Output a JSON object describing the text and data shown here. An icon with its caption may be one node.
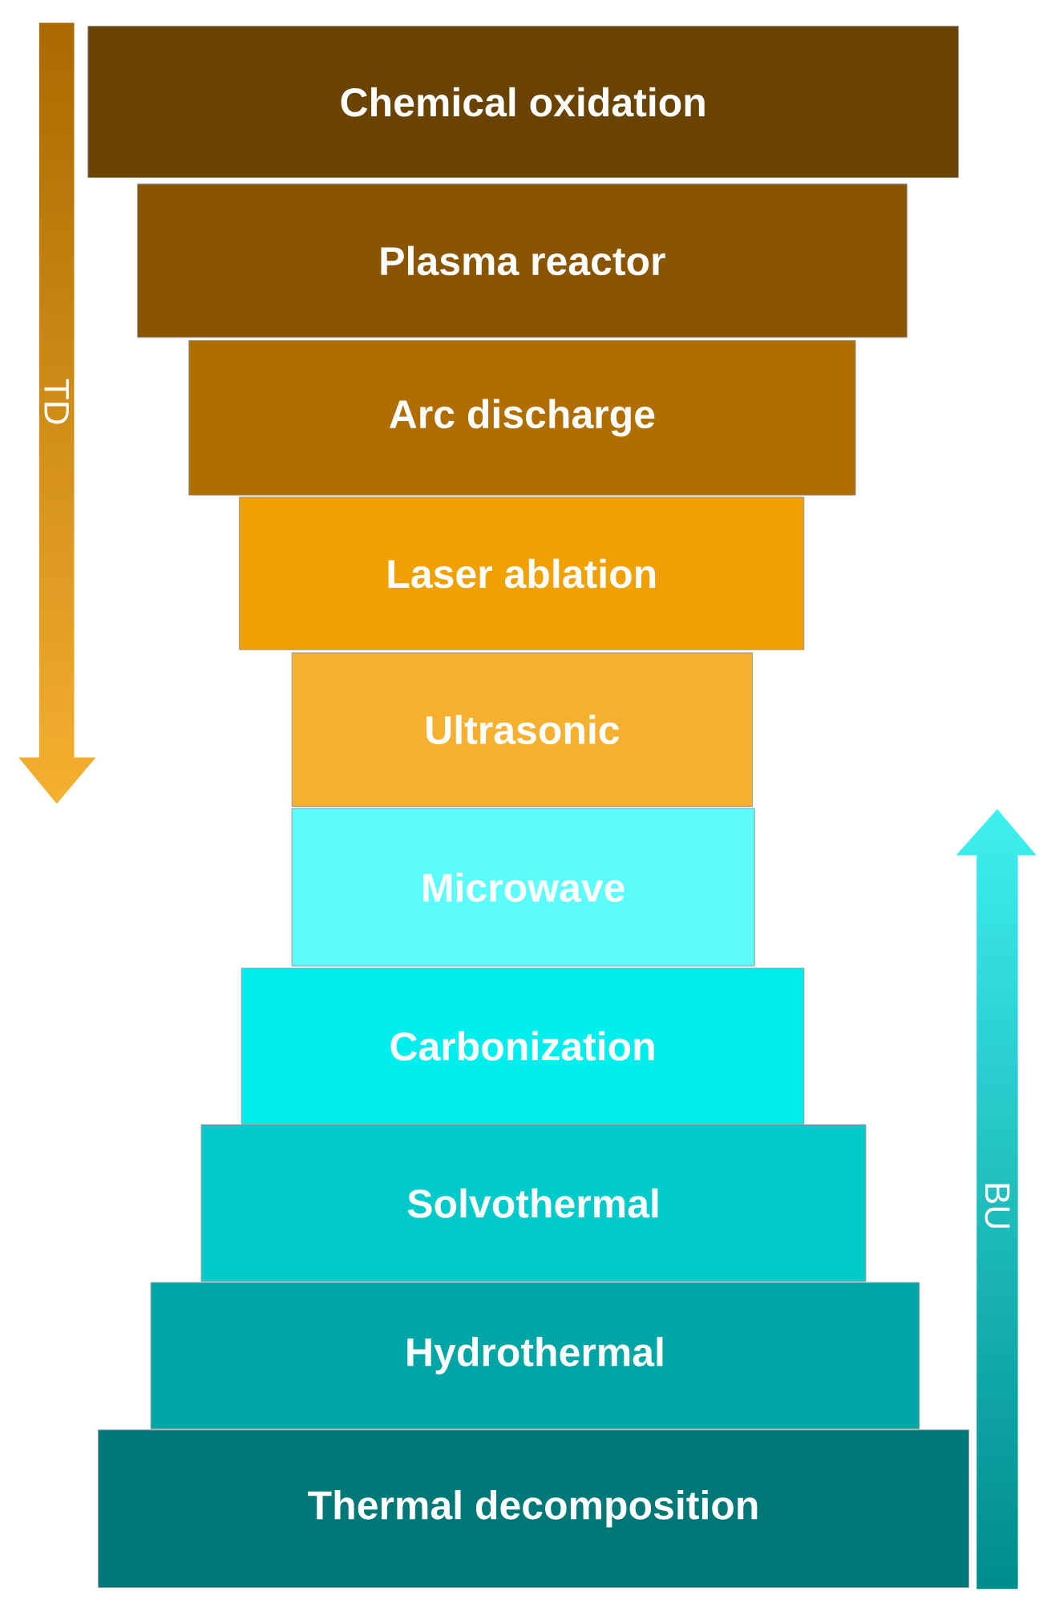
{
  "diagram": {
    "nodes": [
      {
        "text": [
          "Chemical oxidation"
        ]
      },
      {
        "text": [
          "Plasma reactor"
        ]
      },
      {
        "text": [
          "Arc discharge"
        ]
      },
      {
        "text": [
          "Laser ablation"
        ]
      },
      {
        "text": [
          "Ultrasonic"
        ]
      },
      {
        "text": [
          "Microwave"
        ]
      },
      {
        "text": [
          "Carbonization"
        ]
      },
      {
        "text": [
          "Solvothermal"
        ]
      },
      {
        "text": [
          "Hydrothermal"
        ]
      },
      {
        "text": [
          "Thermal decomposition"
        ]
      }
    ],
    "edges": [],
    "labels": [
      "TD",
      "BU"
    ]
  }
}
